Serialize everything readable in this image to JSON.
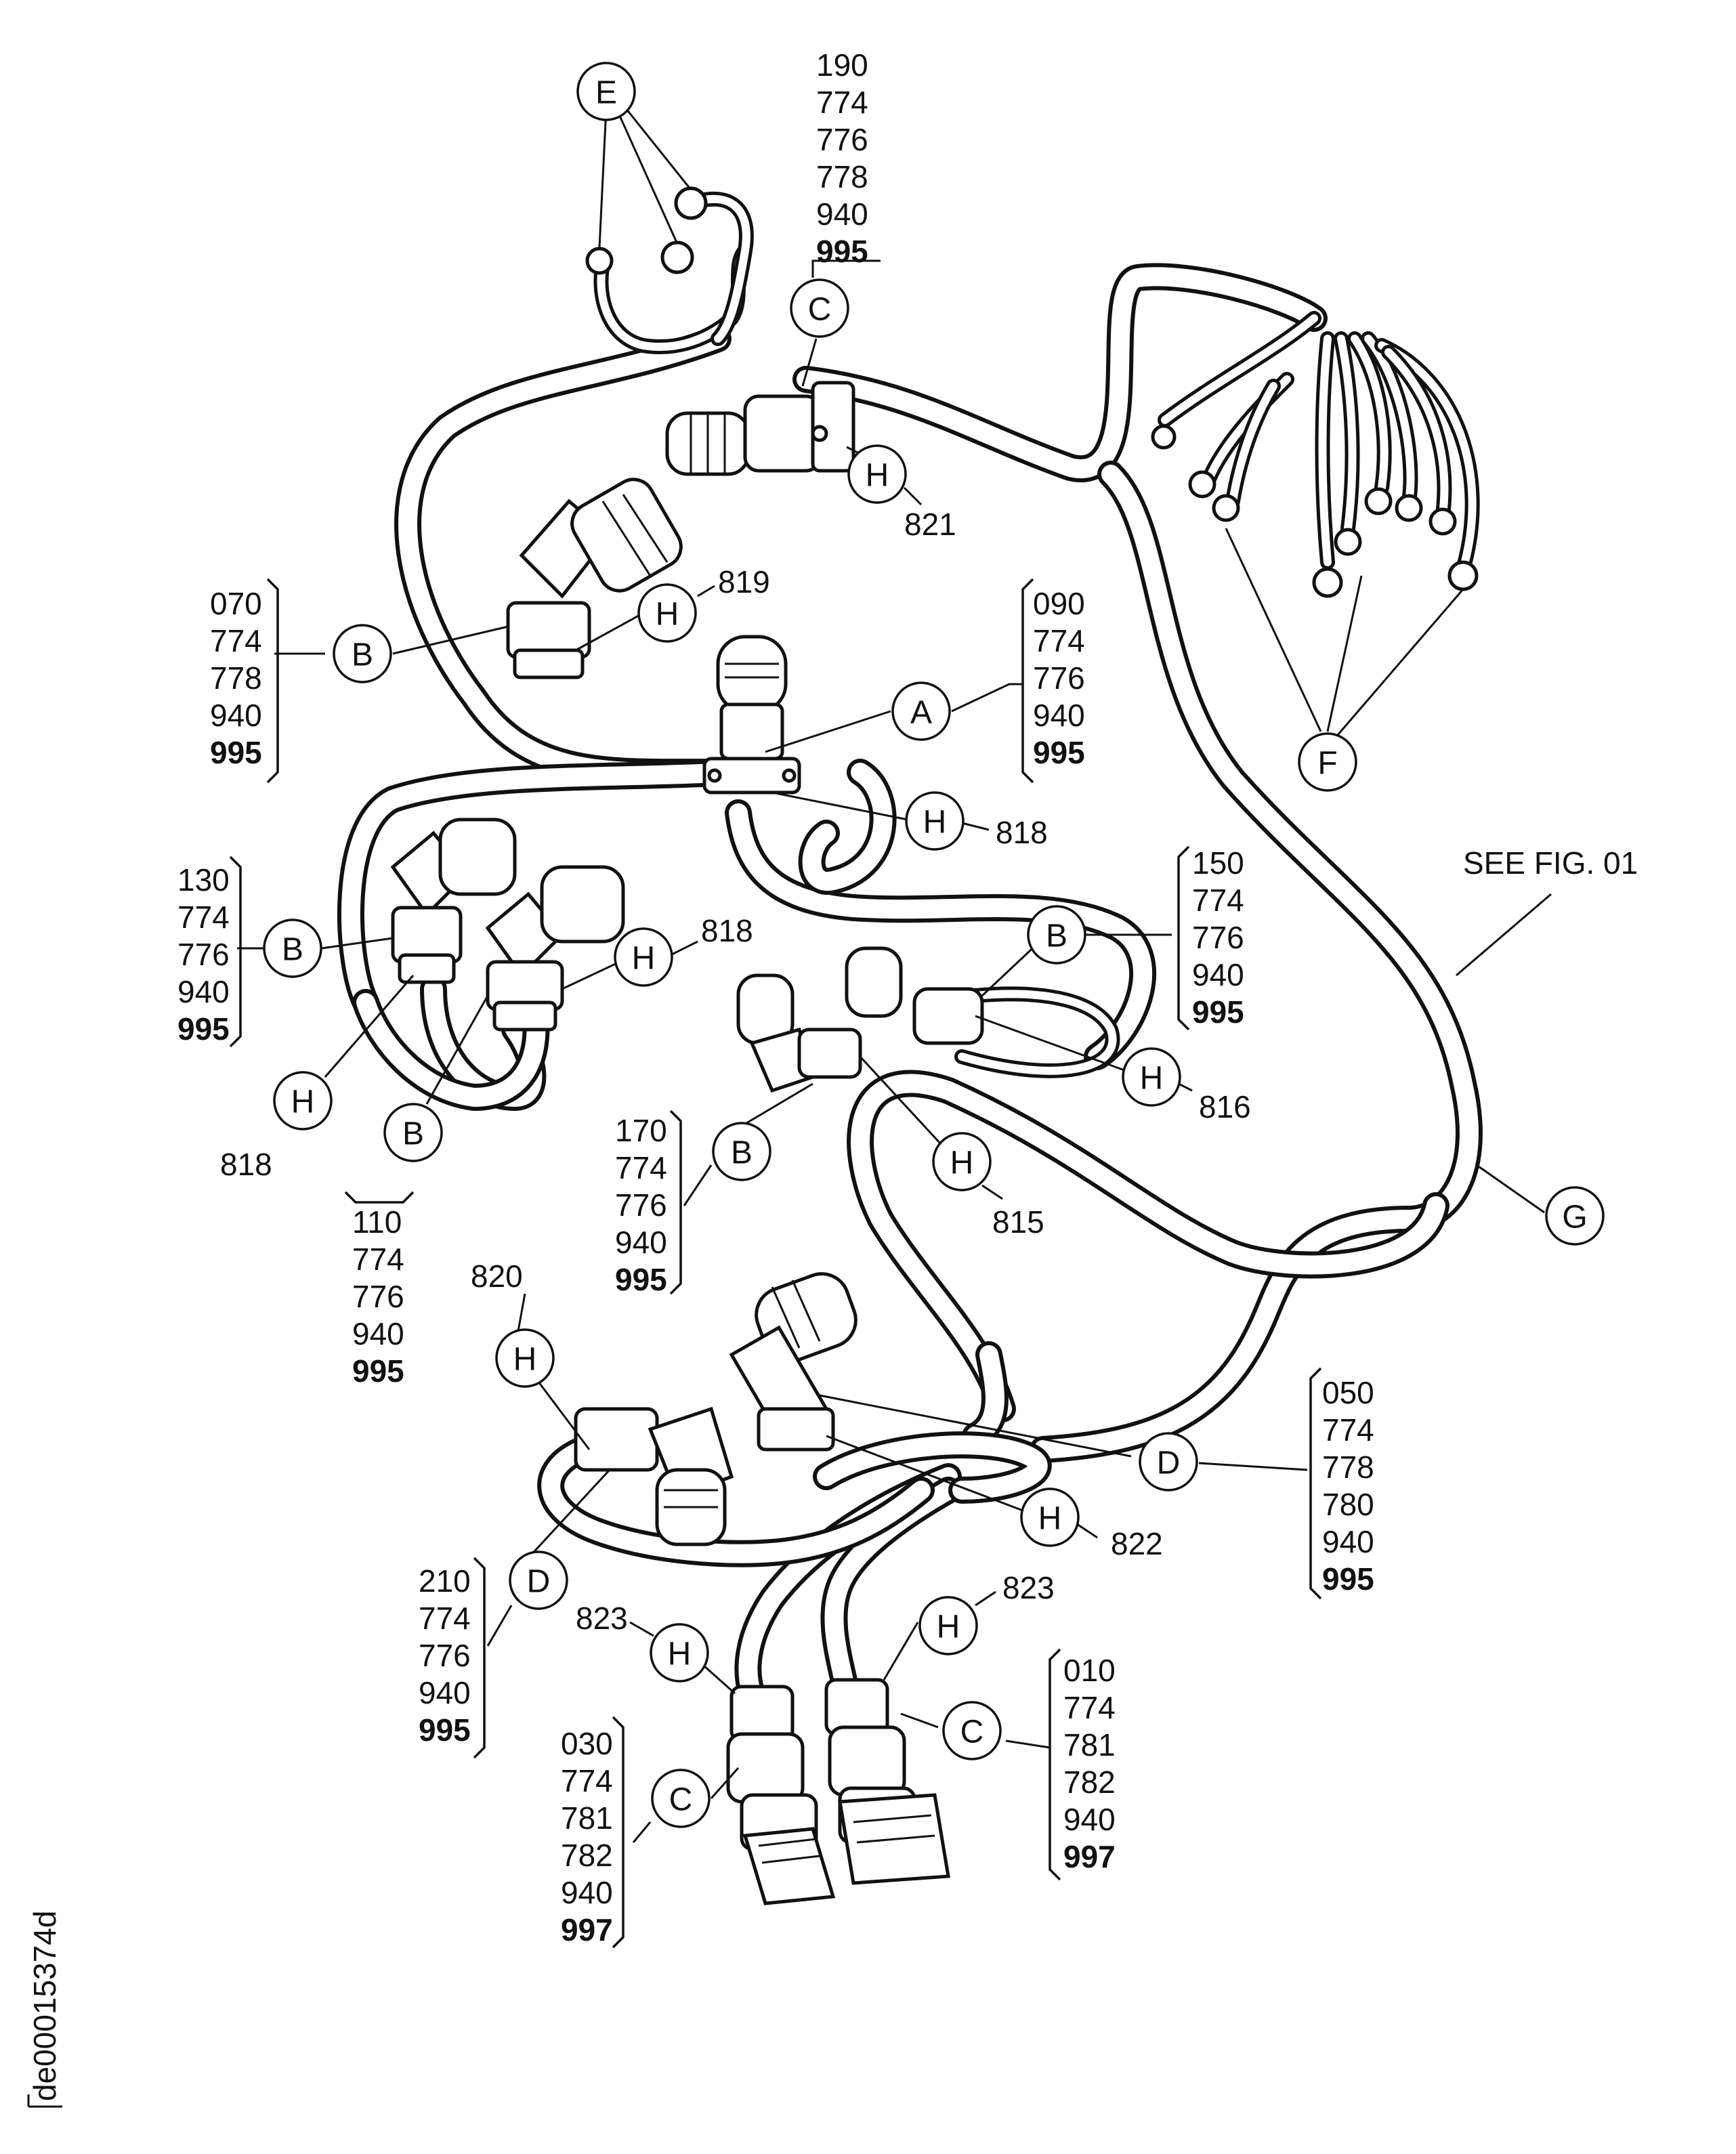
{
  "figure_id": "de00015374d",
  "reference_note": "SEE FIG. 01",
  "callouts": [
    {
      "letter": "E"
    },
    {
      "letter": "C",
      "numbers": [
        "190",
        "774",
        "776",
        "778",
        "940",
        "995"
      ]
    },
    {
      "letter": "H",
      "part": "821"
    },
    {
      "letter": "B",
      "numbers": [
        "070",
        "774",
        "778",
        "940",
        "995"
      ]
    },
    {
      "letter": "H",
      "part": "819"
    },
    {
      "letter": "A",
      "numbers": [
        "090",
        "774",
        "776",
        "940",
        "995"
      ]
    },
    {
      "letter": "H",
      "part": "818"
    },
    {
      "letter": "F"
    },
    {
      "letter": "B",
      "numbers": [
        "130",
        "774",
        "776",
        "940",
        "995"
      ]
    },
    {
      "letter": "H",
      "part": "818"
    },
    {
      "letter": "H",
      "part": "818"
    },
    {
      "letter": "B",
      "numbers": [
        "110",
        "774",
        "776",
        "940",
        "995"
      ]
    },
    {
      "letter": "B",
      "numbers": [
        "150",
        "774",
        "776",
        "940",
        "995"
      ]
    },
    {
      "letter": "H",
      "part": "816"
    },
    {
      "letter": "B",
      "numbers": [
        "170",
        "774",
        "776",
        "940",
        "995"
      ]
    },
    {
      "letter": "H",
      "part": "815"
    },
    {
      "letter": "G"
    },
    {
      "letter": "H",
      "part": "820"
    },
    {
      "letter": "D",
      "numbers": [
        "050",
        "774",
        "778",
        "780",
        "940",
        "995"
      ]
    },
    {
      "letter": "H",
      "part": "822"
    },
    {
      "letter": "D",
      "numbers": [
        "210",
        "774",
        "776",
        "940",
        "995"
      ]
    },
    {
      "letter": "H",
      "part": "823"
    },
    {
      "letter": "H",
      "part": "823"
    },
    {
      "letter": "C",
      "numbers": [
        "030",
        "774",
        "781",
        "782",
        "940",
        "997"
      ]
    },
    {
      "letter": "C",
      "numbers": [
        "010",
        "774",
        "781",
        "782",
        "940",
        "997"
      ]
    }
  ]
}
